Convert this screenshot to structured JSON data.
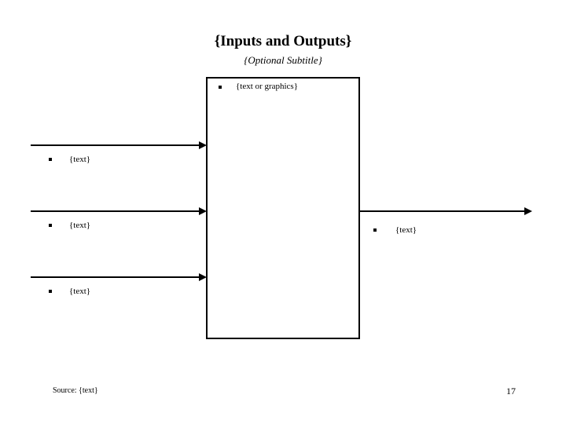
{
  "slide": {
    "title": "{Inputs and Outputs}",
    "subtitle": "{Optional Subtitle}",
    "box": {
      "bullet_text": "{text or graphics}"
    },
    "inputs": [
      {
        "label": "{text}"
      },
      {
        "label": "{text}"
      },
      {
        "label": "{text}"
      }
    ],
    "output": {
      "label": "{text}"
    },
    "source": "Source: {text}",
    "page_number": "17",
    "colors": {
      "ink": "#000000",
      "background": "#ffffff"
    }
  }
}
